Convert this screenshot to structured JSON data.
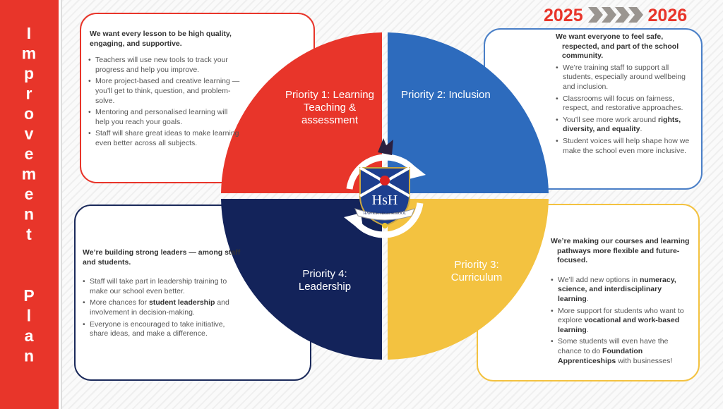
{
  "sidebar": {
    "title_lines": [
      "Improvement",
      "Plan"
    ]
  },
  "header": {
    "year_start": "2025",
    "year_end": "2026",
    "arrow_icon": "chevrons-right-icon"
  },
  "priorities": [
    {
      "label": "Priority 1: Learning Teaching & assessment",
      "color": "#e8352a"
    },
    {
      "label": "Priority 2: Inclusion",
      "color": "#2d6bbd"
    },
    {
      "label": "Priority 3: Curriculum",
      "color": "#f3c240"
    },
    {
      "label": "Priority 4: Leadership",
      "color": "#13235a"
    }
  ],
  "logo": {
    "monogram": "HsH",
    "school_name": "HAWICK HIGH SCHOOL"
  },
  "panels": {
    "learning": {
      "lead": "We want every lesson to be high quality, engaging, and supportive.",
      "bullets": [
        [
          {
            "t": "Teachers will use new tools to track your progress and help you improve."
          }
        ],
        [
          {
            "t": "More project-based and creative learning — you’ll get to think, question, and problem-solve."
          }
        ],
        [
          {
            "t": "Mentoring and personalised learning will help you reach your goals."
          }
        ],
        [
          {
            "t": "Staff will share great ideas to make learning even better across all subjects."
          }
        ]
      ]
    },
    "inclusion": {
      "lead": "We want everyone to feel safe, respected, and part of the school community.",
      "bullets": [
        [
          {
            "t": "We’re training staff to support all students, especially around wellbeing and inclusion."
          }
        ],
        [
          {
            "t": "Classrooms will focus on fairness, respect, and restorative approaches."
          }
        ],
        [
          {
            "t": "You’ll see more work around "
          },
          {
            "t": "rights, diversity, and equality",
            "b": true
          },
          {
            "t": "."
          }
        ],
        [
          {
            "t": "Student voices will help shape how we make the school even more inclusive."
          }
        ]
      ]
    },
    "leadership": {
      "lead": "We’re building strong leaders — among staff and students.",
      "bullets": [
        [
          {
            "t": "Staff will take part in leadership training to make our school even better."
          }
        ],
        [
          {
            "t": "More chances for "
          },
          {
            "t": "student leadership",
            "b": true
          },
          {
            "t": " and involvement in decision-making."
          }
        ],
        [
          {
            "t": "Everyone is encouraged to take initiative, share ideas, and make a difference."
          }
        ]
      ]
    },
    "curriculum": {
      "lead": "We’re making our courses and learning pathways more flexible and future-focused.",
      "bullets": [
        [
          {
            "t": "We’ll add new options in "
          },
          {
            "t": "numeracy, science, and interdisciplinary learning",
            "b": true
          },
          {
            "t": "."
          }
        ],
        [
          {
            "t": "More support for students who want to explore "
          },
          {
            "t": "vocational and work-based learning",
            "b": true
          },
          {
            "t": "."
          }
        ],
        [
          {
            "t": "Some students will even have the chance to do "
          },
          {
            "t": "Foundation Apprenticeships",
            "b": true
          },
          {
            "t": " with businesses!"
          }
        ]
      ]
    }
  }
}
